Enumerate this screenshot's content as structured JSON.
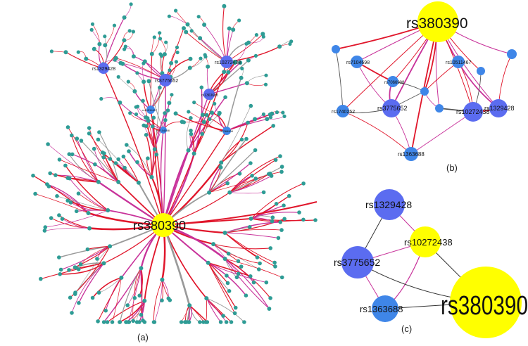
{
  "colors": {
    "hub": "#FFFF00",
    "snp_node": "#5B6CF0",
    "snp_node_alt": "#3F86E8",
    "leaf": "#2E9C95",
    "edge_red": "#E0162B",
    "edge_pink": "#C8329A",
    "edge_gray": "#555555"
  },
  "panels": {
    "a": {
      "caption": "(a)",
      "hub_label": "rs380390",
      "node_labels": [
        "rs1329428",
        "rs3775652",
        "rs10272438",
        "rs1363688",
        "rs10511467",
        "rs7104698",
        "rs7066908"
      ]
    },
    "b": {
      "caption": "(b)",
      "hub_label": "rs380390",
      "node_labels": [
        "rs7104698",
        "rs7066908",
        "rs10511467",
        "rs1740252",
        "rs3775652",
        "rs10272438",
        "rs1329428",
        "rs1363688"
      ]
    },
    "c": {
      "caption": "(c)",
      "hub_label": "rs380390",
      "node_labels": [
        "rs1329428",
        "rs10272438",
        "rs3775652",
        "rs1363688"
      ]
    }
  }
}
